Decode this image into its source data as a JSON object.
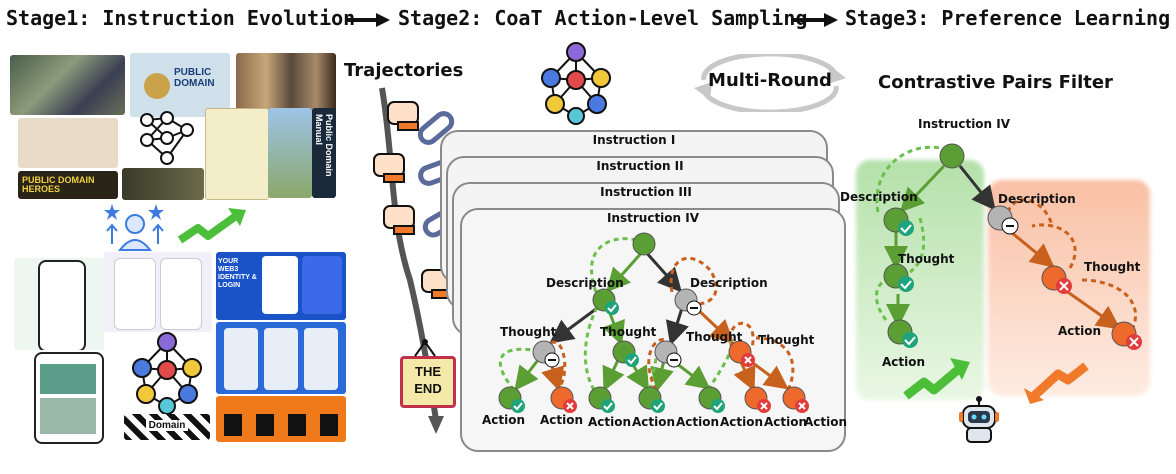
{
  "stages": {
    "stage1": "Stage1: Instruction Evolution",
    "stage2": "Stage2: CoaT Action-Level Sampling",
    "stage3": "Stage3: Preference Learning"
  },
  "middle": {
    "trajectories": "Trajectories",
    "multi_round": "Multi-Round",
    "instructions": [
      "Instruction I",
      "Instruction II",
      "Instruction III",
      "Instruction IV"
    ],
    "the_end": [
      "THE",
      "END"
    ],
    "node_labels": {
      "description": "Description",
      "thought": "Thought",
      "action": "Action"
    }
  },
  "right": {
    "title": "Contrastive Pairs Filter",
    "instruction": "Instruction IV",
    "description": "Description",
    "thought": "Thought",
    "action": "Action"
  },
  "left": {
    "public_domain": "PUBLIC DOMAIN",
    "public_domain_heroes": "PUBLIC DOMAIN HEROES",
    "public_domain_manual": "Public Domain Manual",
    "identity_tile": "YOUR WEB3 IDENTITY & LOGIN",
    "domain_tag": "Domain"
  },
  "colors": {
    "green_node": "#5a9e34",
    "orange_node": "#ee6a2c",
    "gray_node": "#b4b4b4",
    "red_x": "#e23b3b",
    "teal_check": "#1fa37a",
    "green_arrow": "#4cbf3a",
    "orange_arrow": "#f07a2a"
  }
}
